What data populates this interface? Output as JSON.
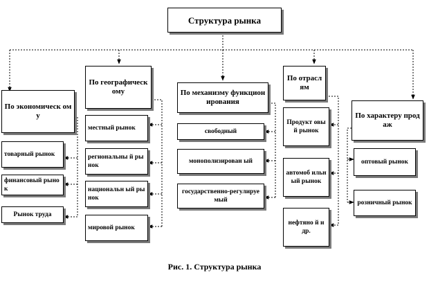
{
  "title": "Структура рынка",
  "caption": "Рис. 1. Структура рынка",
  "groups": [
    {
      "head": "По экономическ ому",
      "items": [
        "товарный рынок",
        "финансовый рынок",
        "Рынок труда"
      ]
    },
    {
      "head": "По географическ ому",
      "items": [
        "местный рынок",
        "региональны й рынок",
        "национальн ый рынок",
        "мировой рынок"
      ]
    },
    {
      "head": "По механизму функционирования",
      "items": [
        "свободный",
        "монополизирован ый",
        "государственно-регулируемый"
      ]
    },
    {
      "head": "По отраслям",
      "items": [
        "Продукт овый рынок",
        "автомоб ильный рынок",
        "нефтяно й и др."
      ]
    },
    {
      "head": "По характеру продаж",
      "items": [
        "оптовый рынок",
        "розничный рынок"
      ]
    }
  ]
}
